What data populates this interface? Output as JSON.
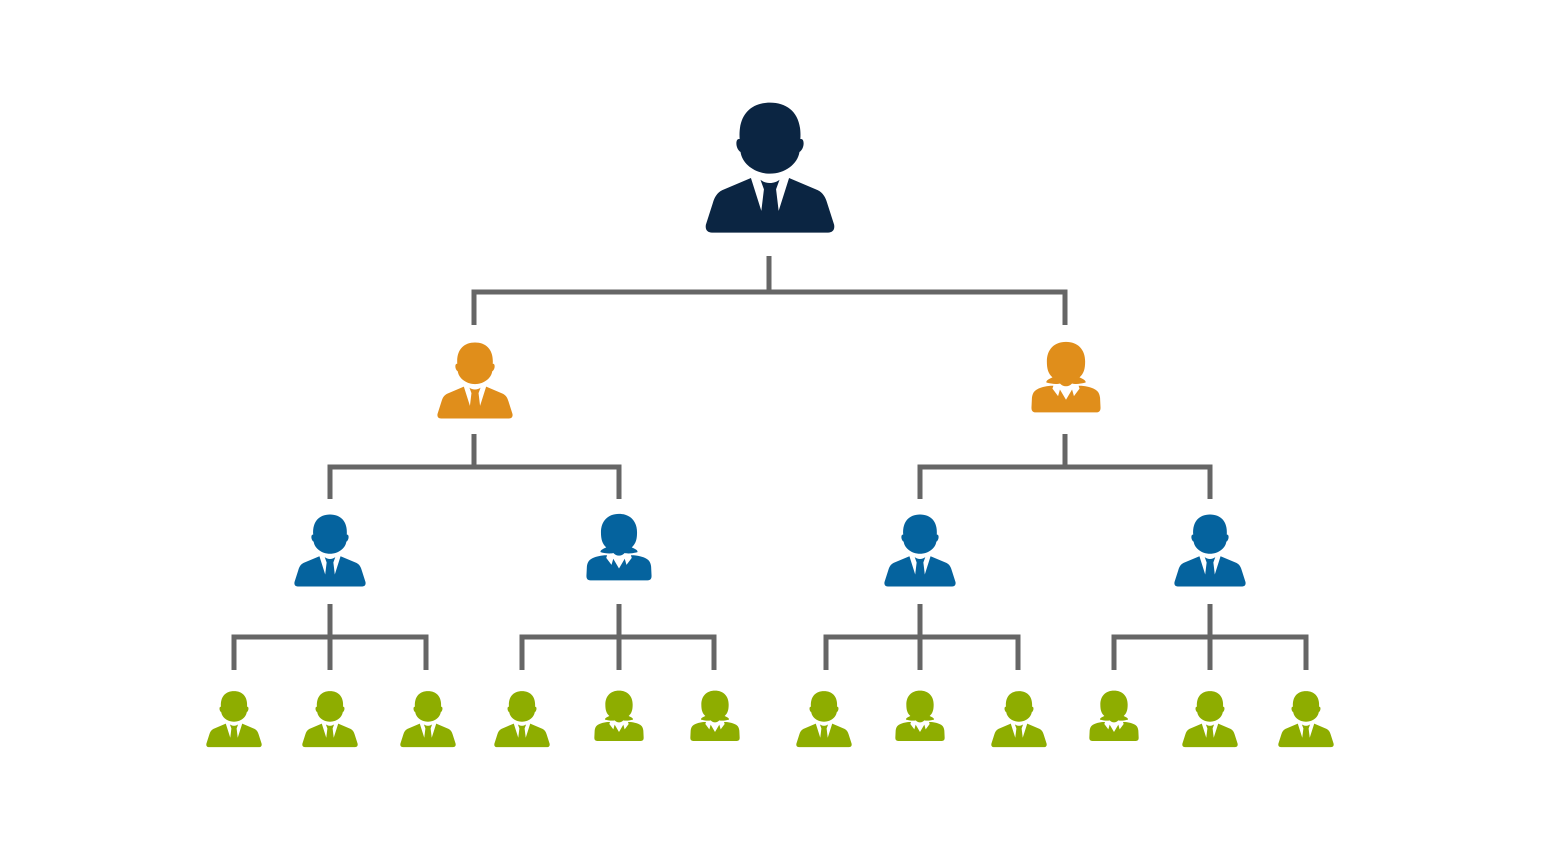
{
  "colors": {
    "background": "#ffffff",
    "connector": "#666666",
    "level_1": "#0b2542",
    "level_2": "#e08e1b",
    "level_3": "#05639e",
    "level_4": "#8ead00"
  },
  "org_chart": {
    "nodes": [
      {
        "id": "ceo",
        "level": 1,
        "icon": "male-person-icon",
        "parent": null
      },
      {
        "id": "manager-a",
        "level": 2,
        "icon": "male-person-icon",
        "parent": "ceo"
      },
      {
        "id": "manager-b",
        "level": 2,
        "icon": "female-person-icon",
        "parent": "ceo"
      },
      {
        "id": "lead-a1",
        "level": 3,
        "icon": "male-person-icon",
        "parent": "manager-a"
      },
      {
        "id": "lead-a2",
        "level": 3,
        "icon": "female-person-icon",
        "parent": "manager-a"
      },
      {
        "id": "lead-b1",
        "level": 3,
        "icon": "male-person-icon",
        "parent": "manager-b"
      },
      {
        "id": "lead-b2",
        "level": 3,
        "icon": "male-person-icon",
        "parent": "manager-b"
      },
      {
        "id": "staff-a1-1",
        "level": 4,
        "icon": "male-person-icon",
        "parent": "lead-a1"
      },
      {
        "id": "staff-a1-2",
        "level": 4,
        "icon": "male-person-icon",
        "parent": "lead-a1"
      },
      {
        "id": "staff-a1-3",
        "level": 4,
        "icon": "male-person-icon",
        "parent": "lead-a1"
      },
      {
        "id": "staff-a2-1",
        "level": 4,
        "icon": "male-person-icon",
        "parent": "lead-a2"
      },
      {
        "id": "staff-a2-2",
        "level": 4,
        "icon": "female-person-icon",
        "parent": "lead-a2"
      },
      {
        "id": "staff-a2-3",
        "level": 4,
        "icon": "female-person-icon",
        "parent": "lead-a2"
      },
      {
        "id": "staff-b1-1",
        "level": 4,
        "icon": "male-person-icon",
        "parent": "lead-b1"
      },
      {
        "id": "staff-b1-2",
        "level": 4,
        "icon": "female-person-icon",
        "parent": "lead-b1"
      },
      {
        "id": "staff-b1-3",
        "level": 4,
        "icon": "male-person-icon",
        "parent": "lead-b1"
      },
      {
        "id": "staff-b2-1",
        "level": 4,
        "icon": "female-person-icon",
        "parent": "lead-b2"
      },
      {
        "id": "staff-b2-2",
        "level": 4,
        "icon": "male-person-icon",
        "parent": "lead-b2"
      },
      {
        "id": "staff-b2-3",
        "level": 4,
        "icon": "male-person-icon",
        "parent": "lead-b2"
      }
    ]
  }
}
